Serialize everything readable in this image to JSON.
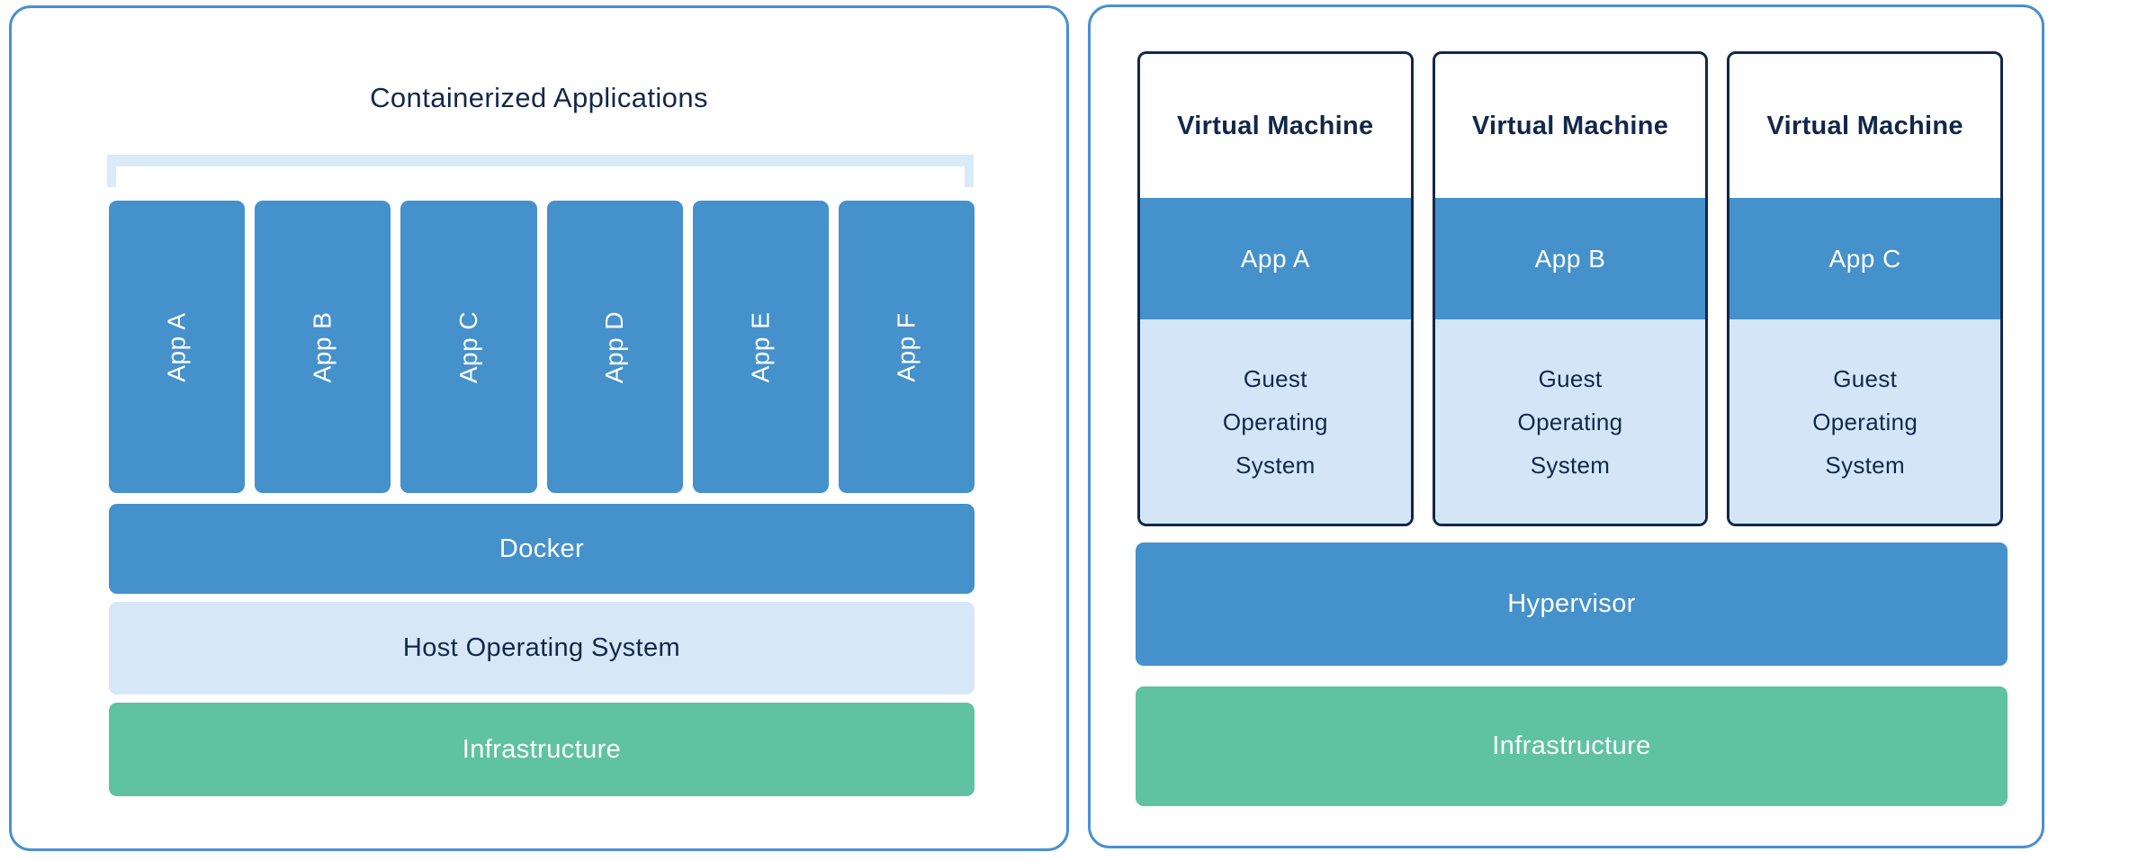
{
  "diagram": {
    "left": {
      "title": "Containerized Applications",
      "apps": [
        "App A",
        "App B",
        "App C",
        "App D",
        "App E",
        "App F"
      ],
      "docker_label": "Docker",
      "host_os_label": "Host Operating System",
      "infrastructure_label": "Infrastructure"
    },
    "right": {
      "vm_title": "Virtual Machine",
      "vm_apps": [
        "App A",
        "App B",
        "App C"
      ],
      "guest_os_label": "Guest Operating System",
      "hypervisor_label": "Hypervisor",
      "infrastructure_label": "Infrastructure"
    },
    "colors": {
      "accent_blue": "#4591cb",
      "pale_blue": "#d3e6f8",
      "host_os_blue": "#d6e8f8",
      "bracket_blue": "#d9eaf9",
      "green": "#5fc2a1",
      "navy_text": "#12284a",
      "panel_border_blue": "#4a8fd2"
    }
  }
}
